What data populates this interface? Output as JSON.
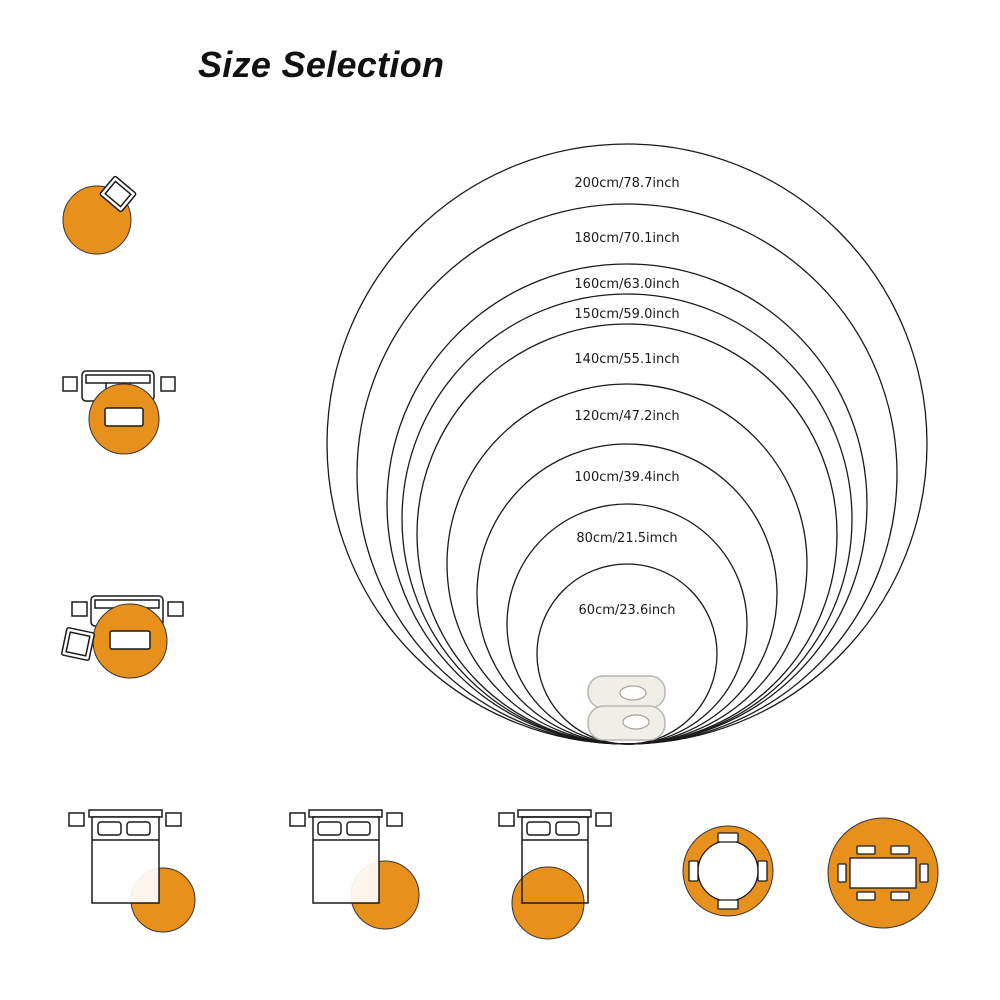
{
  "title": "Size Selection",
  "colors": {
    "rug": "#e8901c",
    "outline": "#1a1a1a",
    "text": "#1a1a1a",
    "furniture_fill": "#ffffff",
    "slipper": "#efeee8"
  },
  "sizes": [
    {
      "label": "200cm/78.7inch",
      "diameter_cm": 200
    },
    {
      "label": "180cm/70.1inch",
      "diameter_cm": 180
    },
    {
      "label": "160cm/63.0inch",
      "diameter_cm": 160
    },
    {
      "label": "150cm/59.0inch",
      "diameter_cm": 150
    },
    {
      "label": "140cm/55.1inch",
      "diameter_cm": 140
    },
    {
      "label": "120cm/47.2inch",
      "diameter_cm": 120
    },
    {
      "label": "100cm/39.4inch",
      "diameter_cm": 100
    },
    {
      "label": "80cm/21.5imch",
      "diameter_cm": 80
    },
    {
      "label": "60cm/23.6inch",
      "diameter_cm": 60
    }
  ],
  "scenes": [
    "rug-with-chair",
    "rug-with-sofa-and-tables",
    "rug-with-sofa-chair-and-tables",
    "rug-beside-bed-small",
    "rug-beside-bed-medium",
    "rug-under-bed-foot",
    "rug-under-round-dining-table",
    "rug-under-rectangular-dining-table"
  ]
}
